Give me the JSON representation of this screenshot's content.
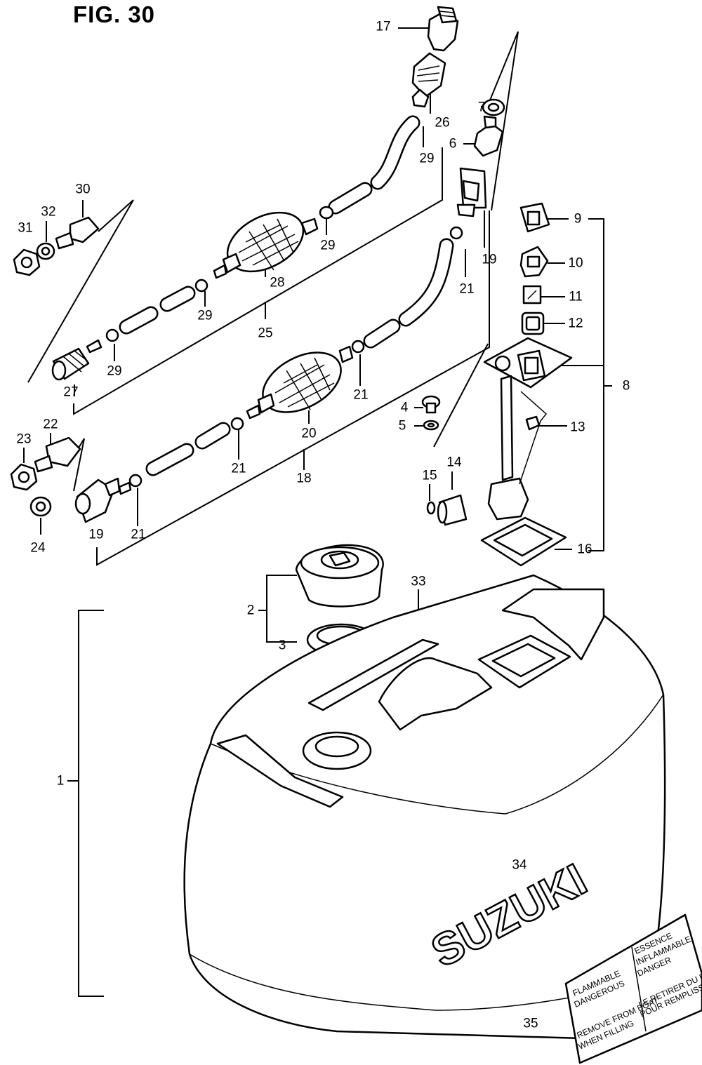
{
  "figure": {
    "title": "FIG. 30",
    "brand_logo": "SUZUKI"
  },
  "parts": [
    {
      "number": "1"
    },
    {
      "number": "2"
    },
    {
      "number": "3"
    },
    {
      "number": "4"
    },
    {
      "number": "5"
    },
    {
      "number": "6"
    },
    {
      "number": "7"
    },
    {
      "number": "8"
    },
    {
      "number": "9"
    },
    {
      "number": "10"
    },
    {
      "number": "11"
    },
    {
      "number": "12"
    },
    {
      "number": "13"
    },
    {
      "number": "14"
    },
    {
      "number": "15"
    },
    {
      "number": "16"
    },
    {
      "number": "17"
    },
    {
      "number": "18"
    },
    {
      "number": "19"
    },
    {
      "number": "20"
    },
    {
      "number": "21"
    },
    {
      "number": "22"
    },
    {
      "number": "23"
    },
    {
      "number": "24"
    },
    {
      "number": "25"
    },
    {
      "number": "26"
    },
    {
      "number": "27"
    },
    {
      "number": "28"
    },
    {
      "number": "29"
    },
    {
      "number": "30"
    },
    {
      "number": "31"
    },
    {
      "number": "32"
    },
    {
      "number": "33"
    },
    {
      "number": "34"
    },
    {
      "number": "35"
    }
  ],
  "warning_label": {
    "left": [
      "FLAMMABLE",
      "DANGEROUS",
      "REMOVE FROM BOAT",
      "WHEN FILLING"
    ],
    "right": [
      "ESSENCE",
      "INFLAMMABLE",
      "DANGER",
      "LE RETIRER DU BATEAU",
      "POUR REMPLISSAGE"
    ]
  }
}
